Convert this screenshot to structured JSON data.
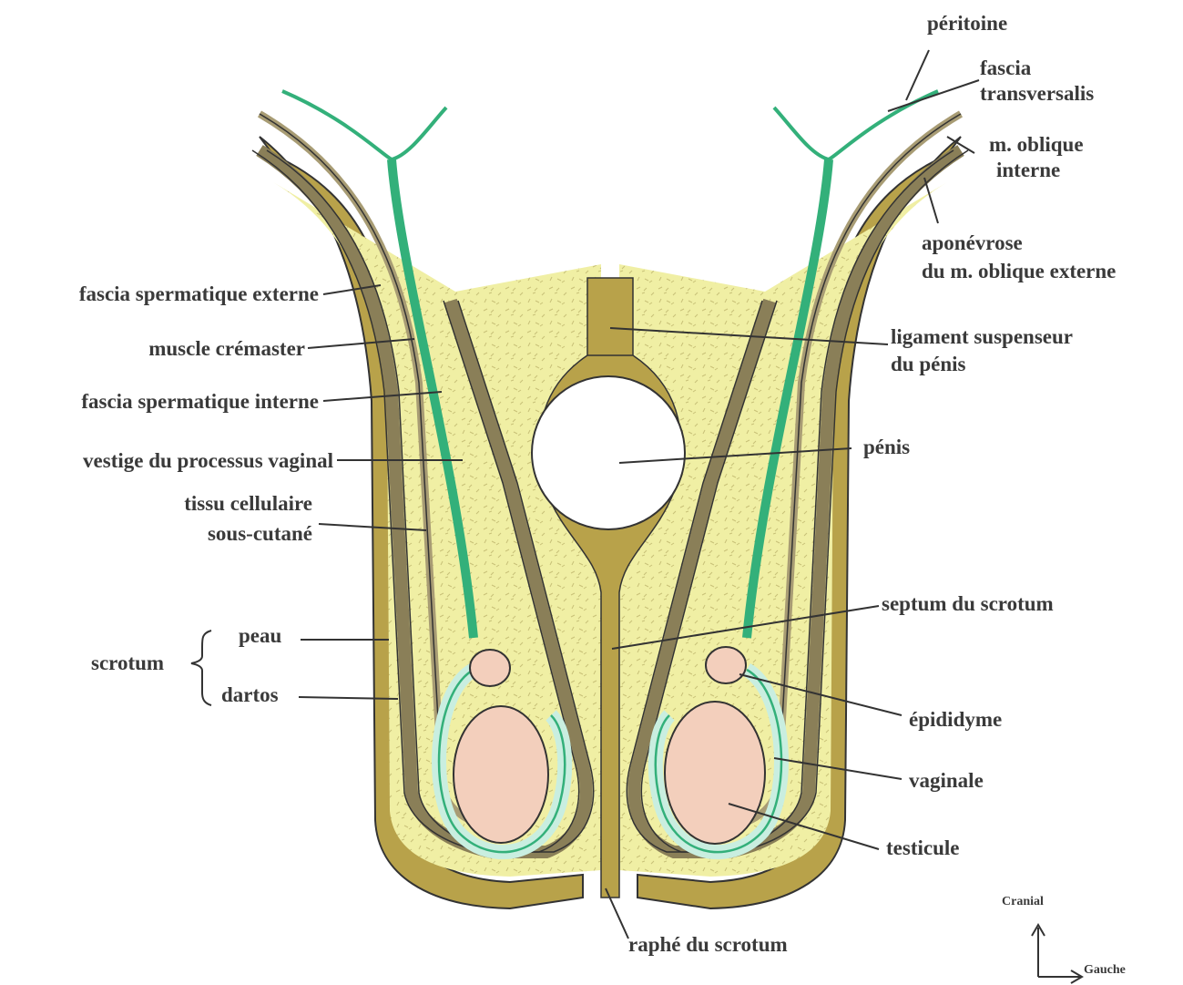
{
  "labels": {
    "peritoine": "péritoine",
    "fascia_transversalis_1": "fascia",
    "fascia_transversalis_2": "transversalis",
    "oblique_interne_1": "m. oblique",
    "oblique_interne_2": "interne",
    "aponevrose_1": "aponévrose",
    "aponevrose_2": "du m. oblique externe",
    "ligament_1": "ligament suspenseur",
    "ligament_2": "du pénis",
    "penis": "pénis",
    "septum": "septum du scrotum",
    "epididyme": "épididyme",
    "vaginale": "vaginale",
    "testicule": "testicule",
    "raphe": "raphé du scrotum",
    "fascia_externe": "fascia spermatique externe",
    "cremaster": "muscle crémaster",
    "fascia_interne": "fascia spermatique interne",
    "vestige": "vestige du processus vaginal",
    "tissu_1": "tissu cellulaire",
    "tissu_2": "sous-cutané",
    "scrotum": "scrotum",
    "peau": "peau",
    "dartos": "dartos"
  },
  "orientation": {
    "up": "Cranial",
    "right": "Gauche"
  },
  "colors": {
    "skin": "#b8a24a",
    "dartos_fill": "#f0efa4",
    "muscle": "#8a7f58",
    "fascia": "#a89c74",
    "vaginal": "#33b07a",
    "vaginal_light": "#c9eee0",
    "testis": "#f3cfbc",
    "ink": "#333333"
  }
}
